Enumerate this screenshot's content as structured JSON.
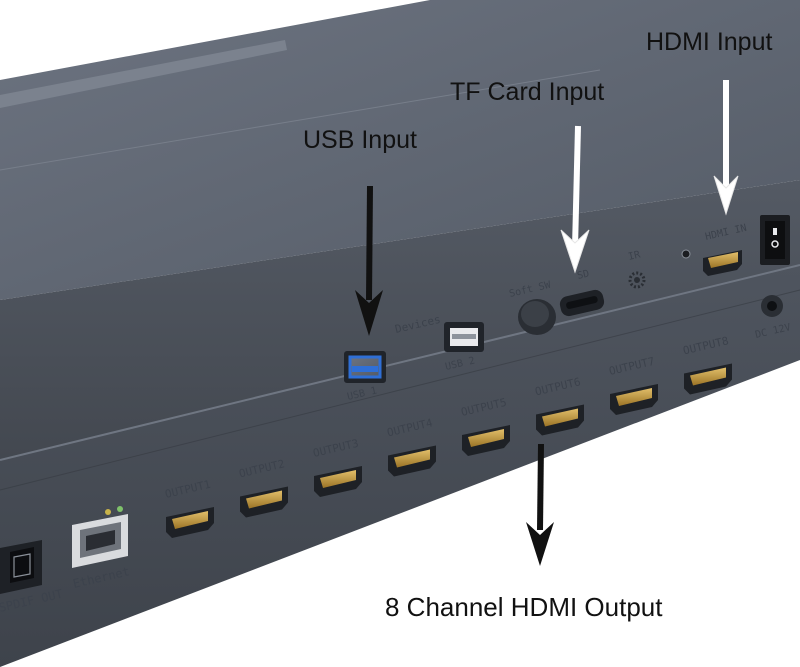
{
  "annotations": {
    "hdmi_input": "HDMI Input",
    "tf_card_input": "TF Card Input",
    "usb_input": "USB Input",
    "hdmi_output": "8 Channel HDMI Output"
  },
  "device_labels": {
    "devices": "Devices",
    "usb1": "USB 1",
    "usb2": "USB 2",
    "soft_sw": "Soft SW",
    "sd": "SD",
    "ir": "IR",
    "hdmi_in": "HDMI IN",
    "dc": "DC 12V",
    "spdif": "SPDIF OUT",
    "ethernet": "Ethernet",
    "outputs": [
      "OUTPUT1",
      "OUTPUT2",
      "OUTPUT3",
      "OUTPUT4",
      "OUTPUT5",
      "OUTPUT6",
      "OUTPUT7",
      "OUTPUT8"
    ]
  },
  "colors": {
    "chassis_top": "#5f6672",
    "chassis_front": "#4d535d",
    "arrow": "#111111",
    "usb3_blue": "#2f6fd6",
    "hdmi_gold": "#c79a3e"
  }
}
